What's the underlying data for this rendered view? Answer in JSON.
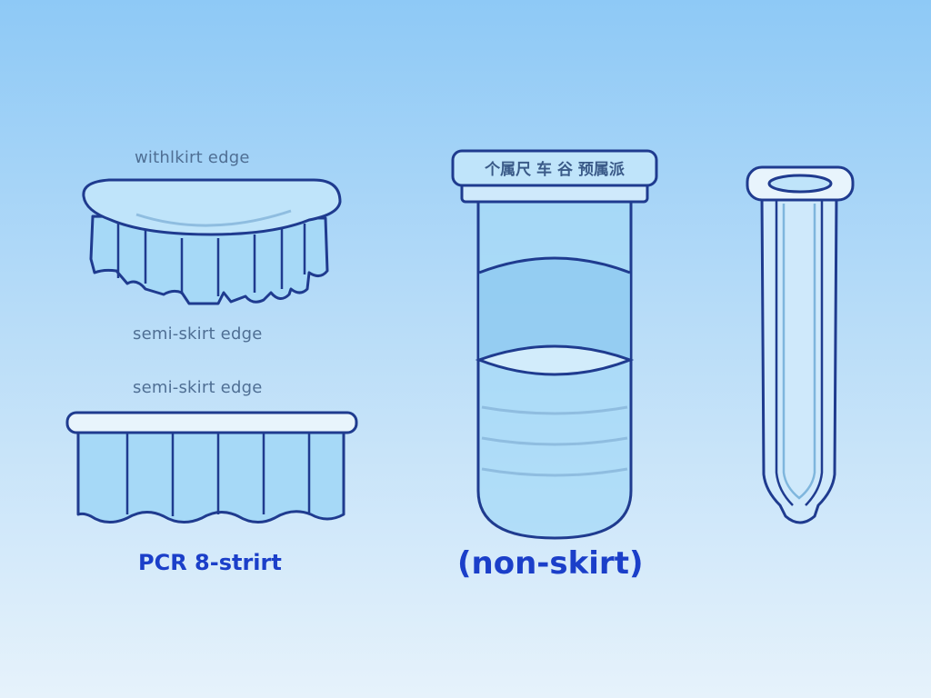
{
  "labels": {
    "top_left": "withlkirt edge",
    "mid_left_1": "semi-skirt edge",
    "mid_left_2": "semi-skirt edge",
    "bottom_left": "PCR 8-strirt",
    "bottom_center": "(non-skirt)",
    "cap_text": "个属尺 车 谷 预属派"
  },
  "colors": {
    "outline": "#1f3b8f",
    "tube_fill": "#a6d9f7",
    "rim_fill": "#e8f4fc",
    "accent_text": "#1b3fc9"
  },
  "items": [
    {
      "name": "full-skirt-plate",
      "icon": "pcr-plate-full-skirt-icon"
    },
    {
      "name": "semi-skirt-plate",
      "icon": "pcr-plate-semi-skirt-icon"
    },
    {
      "name": "non-skirt-tube",
      "icon": "pcr-tube-icon"
    },
    {
      "name": "conical-tube",
      "icon": "conical-tube-icon"
    }
  ]
}
